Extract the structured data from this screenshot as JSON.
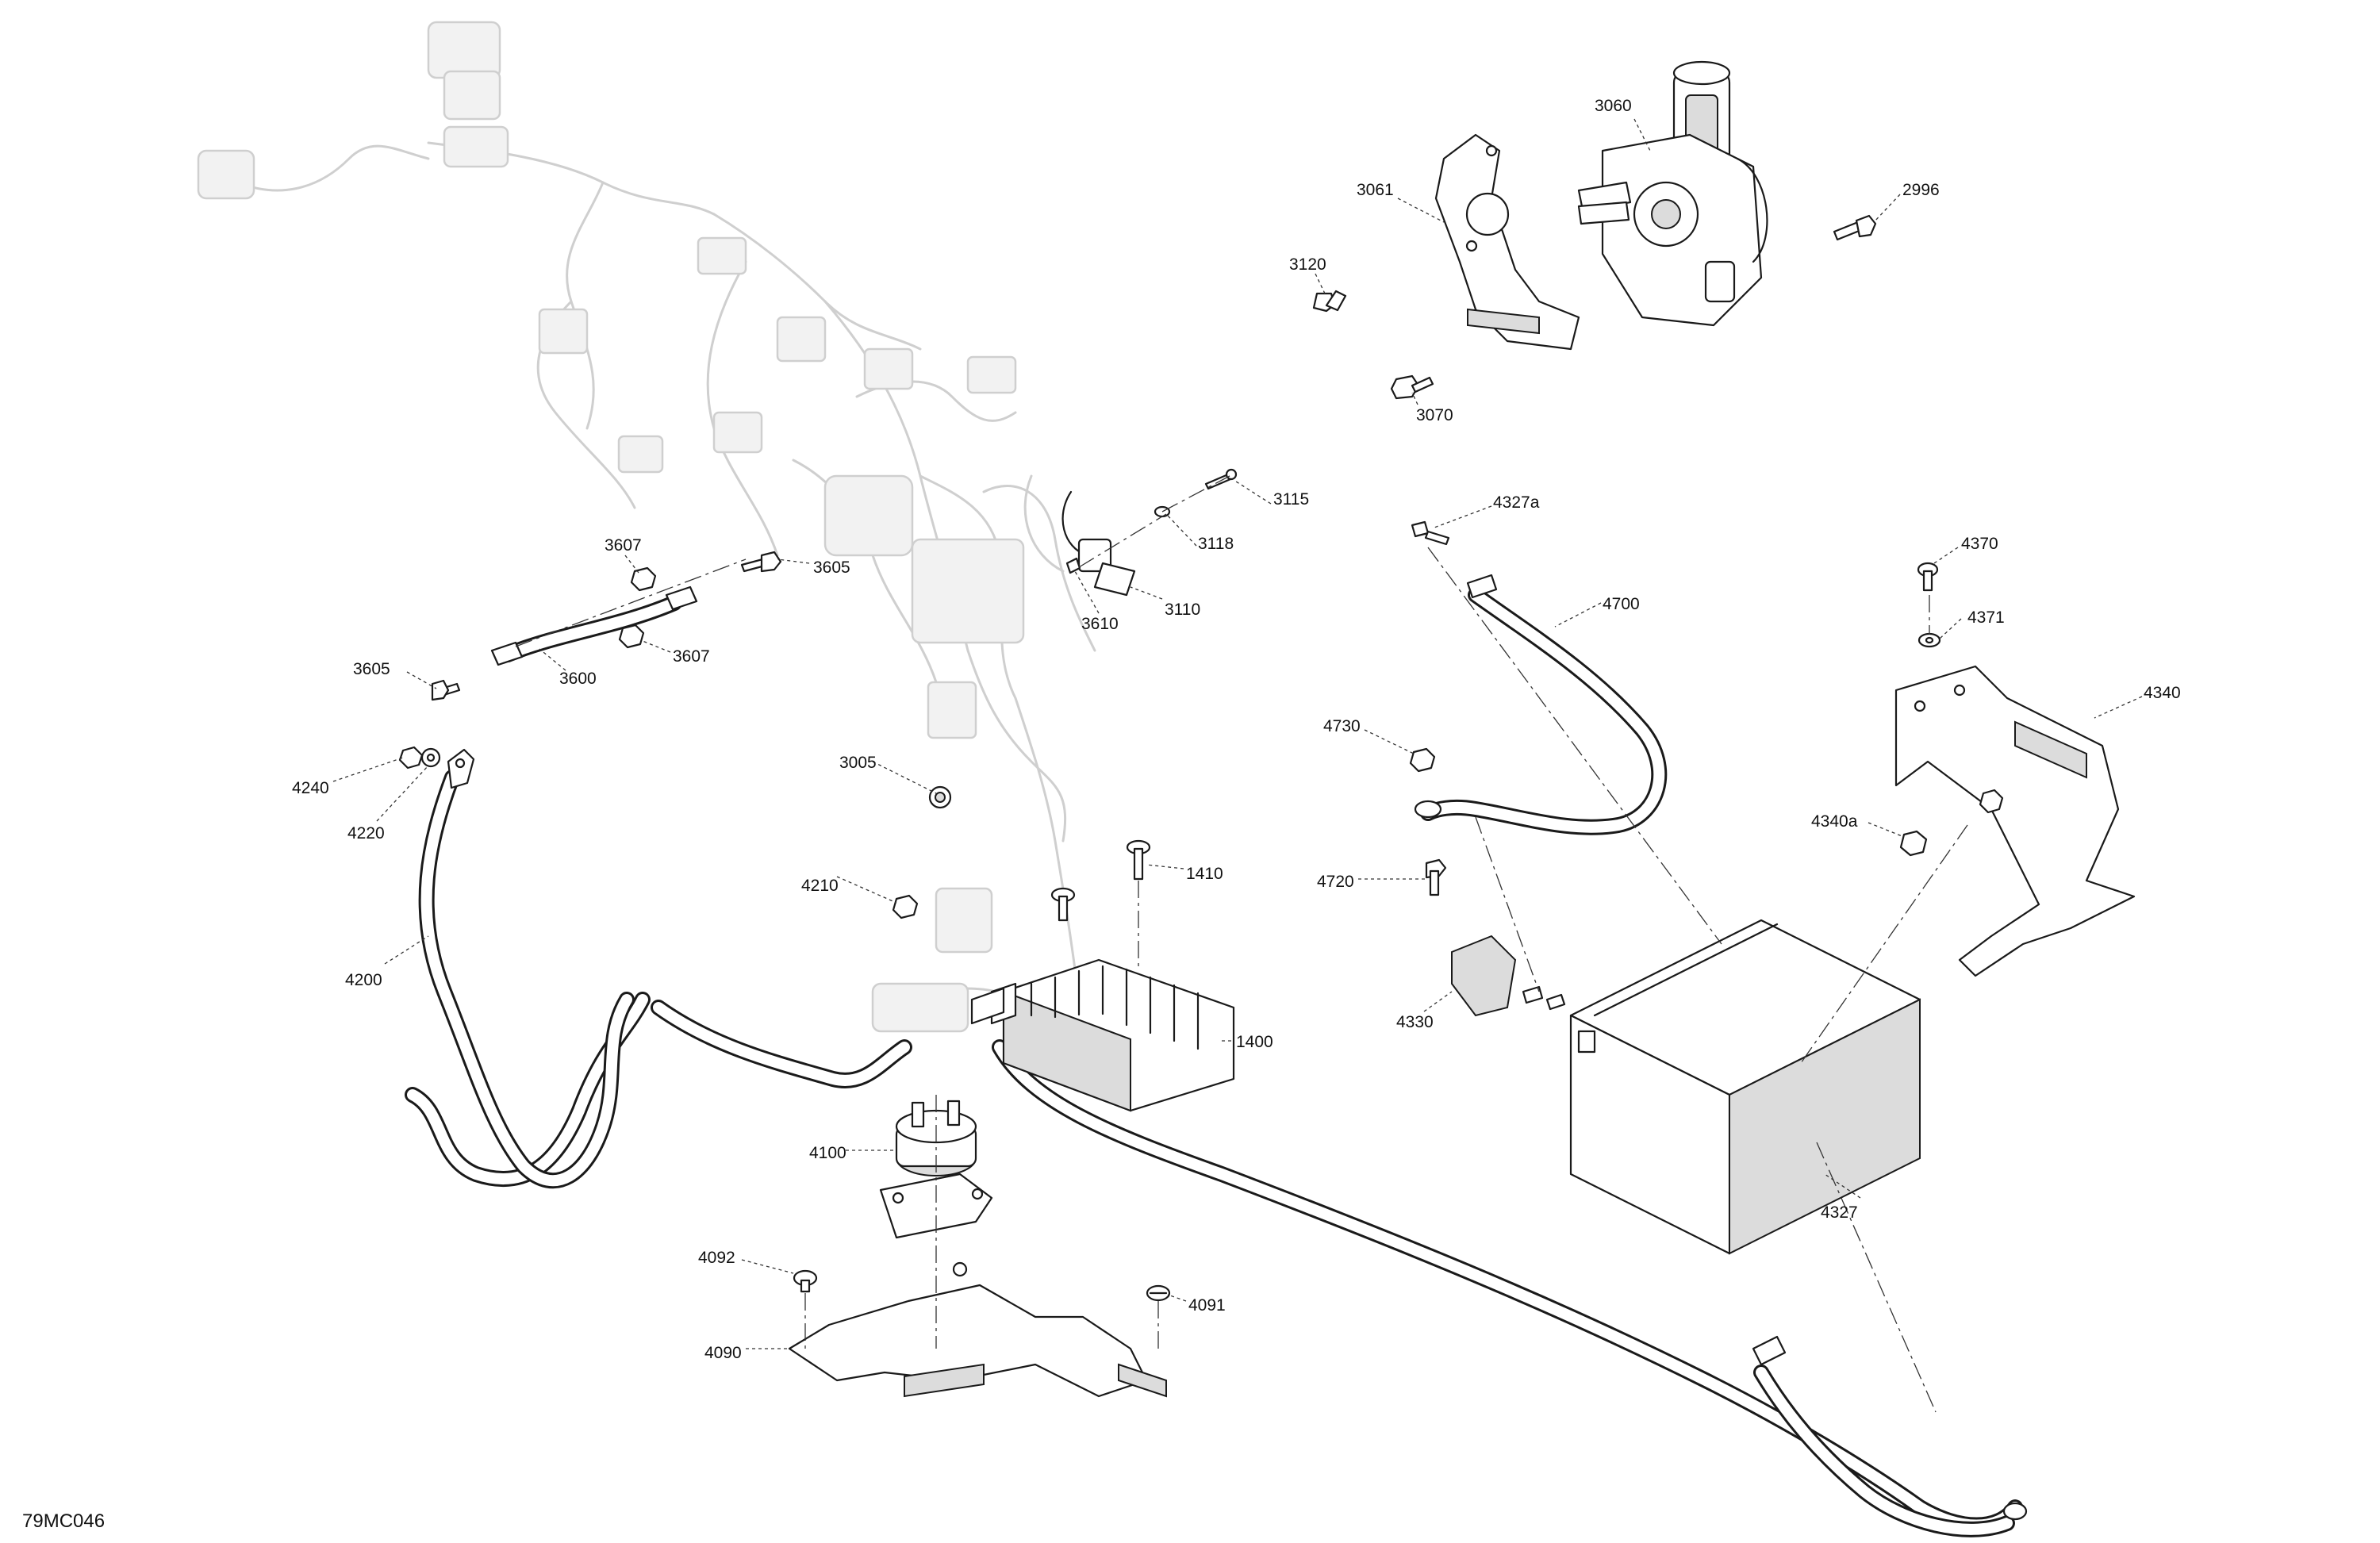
{
  "diagram": {
    "reference": "79MC046",
    "parts": [
      {
        "id": "p2996",
        "label": "2996"
      },
      {
        "id": "p3060",
        "label": "3060"
      },
      {
        "id": "p3061",
        "label": "3061"
      },
      {
        "id": "p3120",
        "label": "3120"
      },
      {
        "id": "p3070",
        "label": "3070"
      },
      {
        "id": "p3115",
        "label": "3115"
      },
      {
        "id": "p3118",
        "label": "3118"
      },
      {
        "id": "p3110",
        "label": "3110"
      },
      {
        "id": "p3610",
        "label": "3610"
      },
      {
        "id": "p3607a",
        "label": "3607"
      },
      {
        "id": "p3605a",
        "label": "3605"
      },
      {
        "id": "p3605b",
        "label": "3605"
      },
      {
        "id": "p3600",
        "label": "3600"
      },
      {
        "id": "p3607b",
        "label": "3607"
      },
      {
        "id": "p4240",
        "label": "4240"
      },
      {
        "id": "p4220",
        "label": "4220"
      },
      {
        "id": "p4200",
        "label": "4200"
      },
      {
        "id": "p3005",
        "label": "3005"
      },
      {
        "id": "p4210",
        "label": "4210"
      },
      {
        "id": "p1410",
        "label": "1410"
      },
      {
        "id": "p1400",
        "label": "1400"
      },
      {
        "id": "p4100",
        "label": "4100"
      },
      {
        "id": "p4092",
        "label": "4092"
      },
      {
        "id": "p4090",
        "label": "4090"
      },
      {
        "id": "p4091",
        "label": "4091"
      },
      {
        "id": "p4327a",
        "label": "4327a"
      },
      {
        "id": "p4700",
        "label": "4700"
      },
      {
        "id": "p4730",
        "label": "4730"
      },
      {
        "id": "p4720",
        "label": "4720"
      },
      {
        "id": "p4330",
        "label": "4330"
      },
      {
        "id": "p4327",
        "label": "4327"
      },
      {
        "id": "p4370",
        "label": "4370"
      },
      {
        "id": "p4371",
        "label": "4371"
      },
      {
        "id": "p4340",
        "label": "4340"
      },
      {
        "id": "p4340a",
        "label": "4340a"
      }
    ]
  }
}
